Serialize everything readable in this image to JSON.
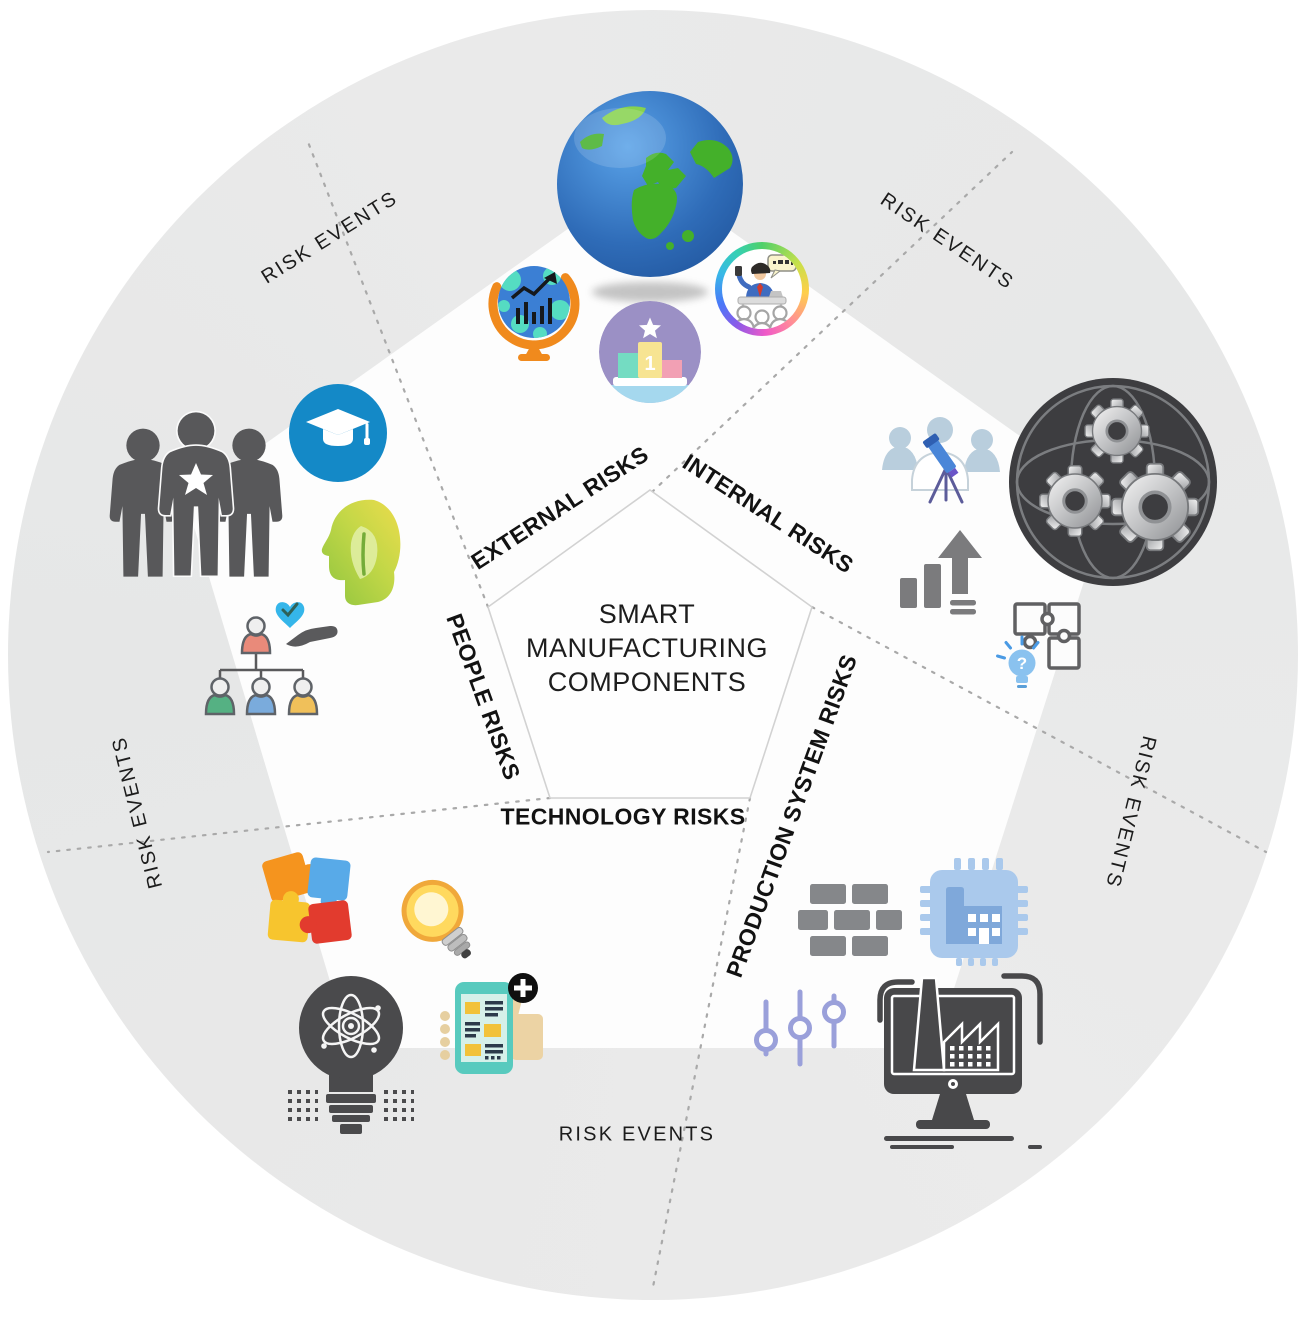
{
  "diagram": {
    "title": "SMART\nMANUFACTURING\nCOMPONENTS",
    "sector_labels": {
      "external": "EXTERNAL RISKS",
      "internal": "INTERNAL RISKS",
      "production": "PRODUCTION SYSTEM RISKS",
      "technology": "TECHNOLOGY RISKS",
      "people": "PEOPLE RISKS"
    },
    "ring_labels": {
      "top_left": "RISK EVENTS",
      "top_right": "RISK EVENTS",
      "left": "RISK EVENTS",
      "right": "RISK EVENTS",
      "bottom": "RISK EVENTS"
    },
    "podium_rank": "1",
    "puzzle_question": "?",
    "icons": [
      "earth-globe-icon",
      "analytics-globe-icon",
      "winner-podium-icon",
      "meeting-presentation-icon",
      "team-silhouette-icon",
      "graduation-cap-icon",
      "mindful-head-icon",
      "org-chart-care-icon",
      "team-vision-icon",
      "global-gears-icon",
      "growth-arrow-chart-icon",
      "puzzle-idea-icon",
      "color-puzzle-icon",
      "lightbulb-icon",
      "atom-bulb-icon",
      "mobile-approval-icon",
      "brick-wall-icon",
      "factory-chip-icon",
      "control-sliders-icon",
      "factory-monitor-icon"
    ],
    "colors": {
      "ring_gray": "#e9e9e9",
      "panel_white": "#fdfdfd",
      "text_black": "#141414",
      "pentagon_line": "#d2d2d2",
      "dash_gray": "#a9a9a9",
      "badge_blue": "#1489c7",
      "podium_purple": "#9b90c5",
      "icon_dark_gray": "#48484a",
      "people_gray": "#58585a",
      "phone_teal": "#58cabe",
      "slider_lavender": "#9aa0da",
      "chip_blue": "#aac9ec",
      "stand_orange": "#f08a1d",
      "heart_blue": "#35b6ea"
    }
  }
}
